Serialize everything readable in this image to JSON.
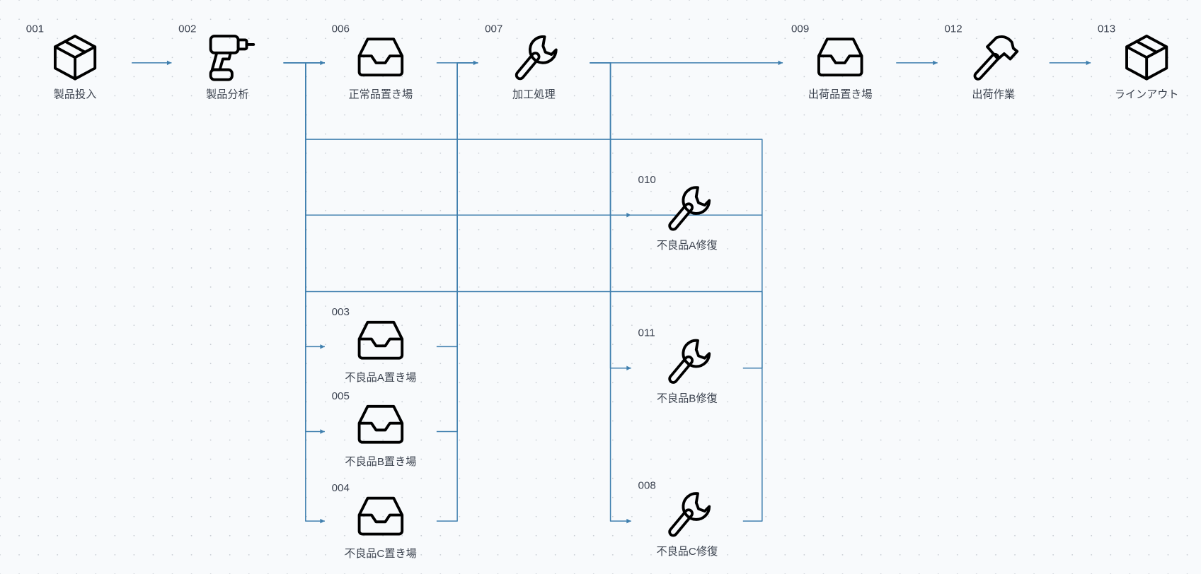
{
  "diagram": {
    "edge_color": "#3f7fae",
    "background": "#f8fafc",
    "nodes": [
      {
        "id": "001",
        "label": "製品投入",
        "icon": "box-icon"
      },
      {
        "id": "002",
        "label": "製品分析",
        "icon": "drill-icon"
      },
      {
        "id": "006",
        "label": "正常品置き場",
        "icon": "inbox-icon"
      },
      {
        "id": "007",
        "label": "加工処理",
        "icon": "wrench-icon"
      },
      {
        "id": "009",
        "label": "出荷品置き場",
        "icon": "inbox-icon"
      },
      {
        "id": "012",
        "label": "出荷作業",
        "icon": "hammer-icon"
      },
      {
        "id": "013",
        "label": "ラインアウト",
        "icon": "box-icon"
      },
      {
        "id": "010",
        "label": "不良品A修復",
        "icon": "wrench-icon"
      },
      {
        "id": "011",
        "label": "不良品B修復",
        "icon": "wrench-icon"
      },
      {
        "id": "008",
        "label": "不良品C修復",
        "icon": "wrench-icon"
      },
      {
        "id": "003",
        "label": "不良品A置き場",
        "icon": "inbox-icon"
      },
      {
        "id": "005",
        "label": "不良品B置き場",
        "icon": "inbox-icon"
      },
      {
        "id": "004",
        "label": "不良品C置き場",
        "icon": "inbox-icon"
      }
    ],
    "edges": [
      {
        "from": "001",
        "to": "002"
      },
      {
        "from": "002",
        "to": "006"
      },
      {
        "from": "002",
        "to": "003"
      },
      {
        "from": "002",
        "to": "005"
      },
      {
        "from": "002",
        "to": "004"
      },
      {
        "from": "006",
        "to": "007"
      },
      {
        "from": "003",
        "to": "007"
      },
      {
        "from": "005",
        "to": "007"
      },
      {
        "from": "004",
        "to": "007"
      },
      {
        "from": "007",
        "to": "009"
      },
      {
        "from": "007",
        "to": "010"
      },
      {
        "from": "007",
        "to": "011"
      },
      {
        "from": "007",
        "to": "008"
      },
      {
        "from": "010",
        "to": "006"
      },
      {
        "from": "011",
        "to": "006"
      },
      {
        "from": "008",
        "to": "006"
      },
      {
        "from": "009",
        "to": "012"
      },
      {
        "from": "012",
        "to": "013"
      }
    ]
  }
}
